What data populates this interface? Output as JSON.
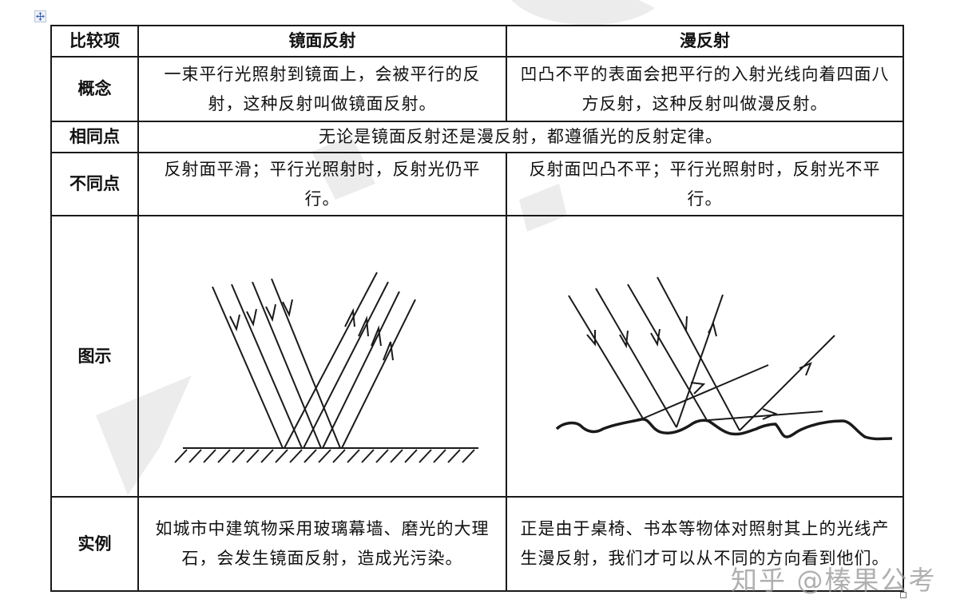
{
  "table": {
    "header": {
      "label_col": "比较项",
      "col_specular": "镜面反射",
      "col_diffuse": "漫反射"
    },
    "rows": {
      "concept": {
        "label": "概念",
        "specular": "一束平行光照射到镜面上，会被平行的反射，这种反射叫做镜面反射。",
        "diffuse": "凹凸不平的表面会把平行的入射光线向着四面八方反射，这种反射叫做漫反射。"
      },
      "similarity": {
        "label": "相同点",
        "text": "无论是镜面反射还是漫反射，都遵循光的反射定律。"
      },
      "difference": {
        "label": "不同点",
        "specular": "反射面平滑；平行光照射时，反射光仍平行。",
        "diffuse": "反射面凹凸不平；平行光照射时，反射光不平行。"
      },
      "illustration": {
        "label": "图示",
        "specular_diagram": "specular-reflection-diagram",
        "diffuse_diagram": "diffuse-reflection-diagram"
      },
      "example": {
        "label": "实例",
        "specular": "如城市中建筑物采用玻璃幕墙、磨光的大理石，会发生镜面反射，造成光污染。",
        "diffuse": "正是由于桌椅、书本等物体对照射其上的光线产生漫反射，我们才可以从不同的方向看到他们。"
      }
    }
  },
  "watermark": {
    "text": "知乎 @榛果公考"
  },
  "icons": {
    "table_move_handle": "move-arrows-icon"
  },
  "colors": {
    "border": "#1a1a1a",
    "text": "#111111",
    "watermark": "#969696",
    "handle_icon": "#3a5fb0"
  }
}
